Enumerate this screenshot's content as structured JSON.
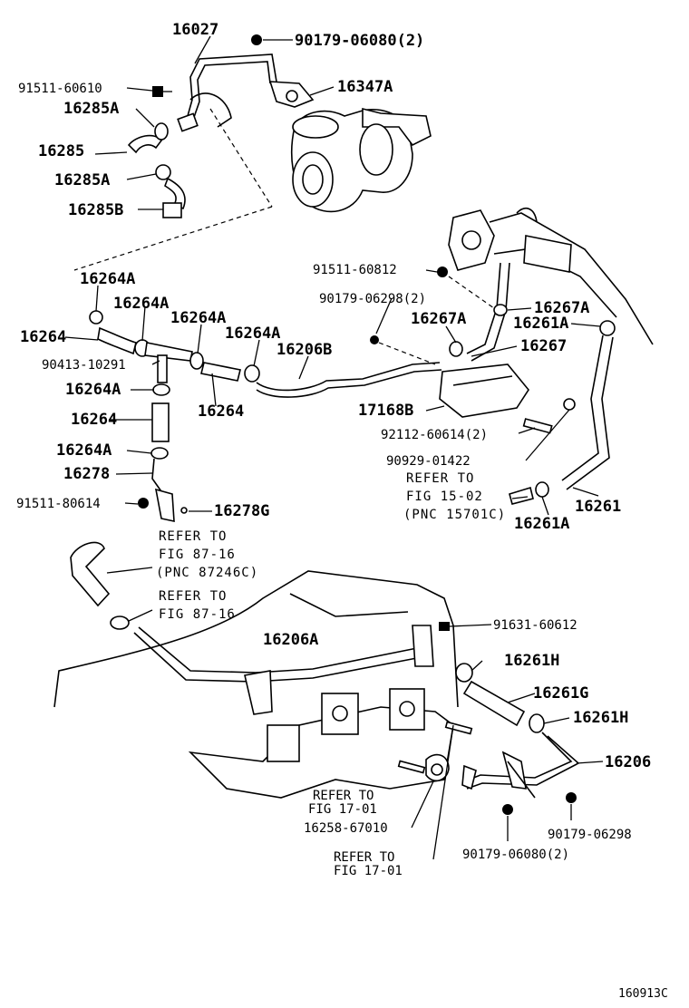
{
  "diagram_id": "160913C",
  "callouts": {
    "c16027": "16027",
    "c9017906080a": "90179-06080(2)",
    "c9151160610": "91511-60610",
    "c16347A": "16347A",
    "c16285A1": "16285A",
    "c16285": "16285",
    "c16285A2": "16285A",
    "c16285B": "16285B",
    "c16264A1": "16264A",
    "c16264A2": "16264A",
    "c16264A3": "16264A",
    "c16264A4": "16264A",
    "c16264a": "16264",
    "c16206B": "16206B",
    "c9041310291": "90413-10291",
    "c16264b": "16264",
    "c16264A5": "16264A",
    "c16264c": "16264",
    "c16264A6": "16264A",
    "c16278": "16278",
    "c9151180614": "91511-80614",
    "c16278G": "16278G",
    "c9151160812": "91511-60812",
    "c9017906298a": "90179-06298(2)",
    "c16267A1": "16267A",
    "c16267A2": "16267A",
    "c16261A1": "16261A",
    "c16267": "16267",
    "c17168B": "17168B",
    "c9211260614": "92112-60614(2)",
    "c9092901422": "90929-01422",
    "c16261": "16261",
    "c16261A2": "16261A",
    "c16206A": "16206A",
    "c9163160612": "91631-60612",
    "c16261H1": "16261H",
    "c16261G": "16261G",
    "c16261H2": "16261H",
    "c16206": "16206",
    "c1625867010": "16258-67010",
    "c9017906298b": "90179-06298",
    "c9017906080b": "90179-06080(2)"
  },
  "refs": {
    "r1": {
      "line1": "REFER TO",
      "line2": "FIG 15-02",
      "line3": "(PNC 15701C)"
    },
    "r2": {
      "line1": "REFER TO",
      "line2": "FIG 87-16",
      "line3": "(PNC 87246C)"
    },
    "r3": {
      "line1": "REFER TO",
      "line2": "FIG 87-16"
    },
    "r4": {
      "line1": "REFER TO",
      "line2": "FIG 17-01"
    },
    "r5": {
      "line1": "REFER TO",
      "line2": "FIG 17-01"
    }
  }
}
